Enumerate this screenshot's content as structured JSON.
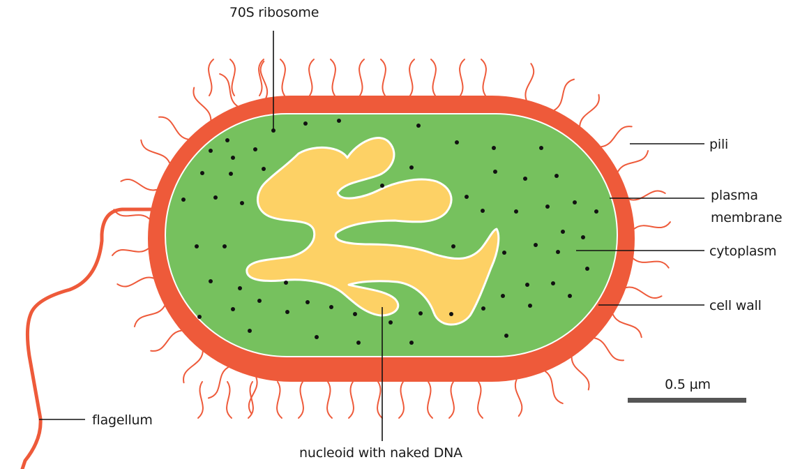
{
  "colors": {
    "cell_wall": "#ee5a3a",
    "cytoplasm": "#76c15e",
    "nucleoid": "#fdd165",
    "ribosome": "#111111",
    "scale_bar": "#555555",
    "text": "#1a1a1a"
  },
  "labels": {
    "ribosome": "70S ribosome",
    "pili": "pili",
    "plasma_membrane_line1": "plasma",
    "plasma_membrane_line2": "membrane",
    "cytoplasm": "cytoplasm",
    "cell_wall": "cell wall",
    "flagellum": "flagellum",
    "nucleoid": "nucleoid with naked DNA",
    "scale": "0.5 µm"
  }
}
